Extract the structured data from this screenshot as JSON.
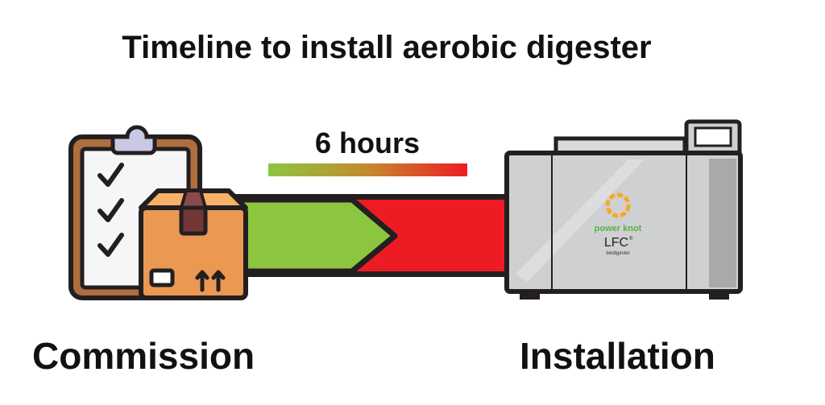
{
  "title": "Timeline to install aerobic digester",
  "duration_label": "6 hours",
  "start_label": "Commission",
  "end_label": "Installation",
  "machine": {
    "brand": "power knot",
    "model": "LFC",
    "trademark": "®",
    "type": "biodigester"
  },
  "colors": {
    "green": "#8cc63f",
    "red": "#ed1c24",
    "outline": "#231f20"
  }
}
